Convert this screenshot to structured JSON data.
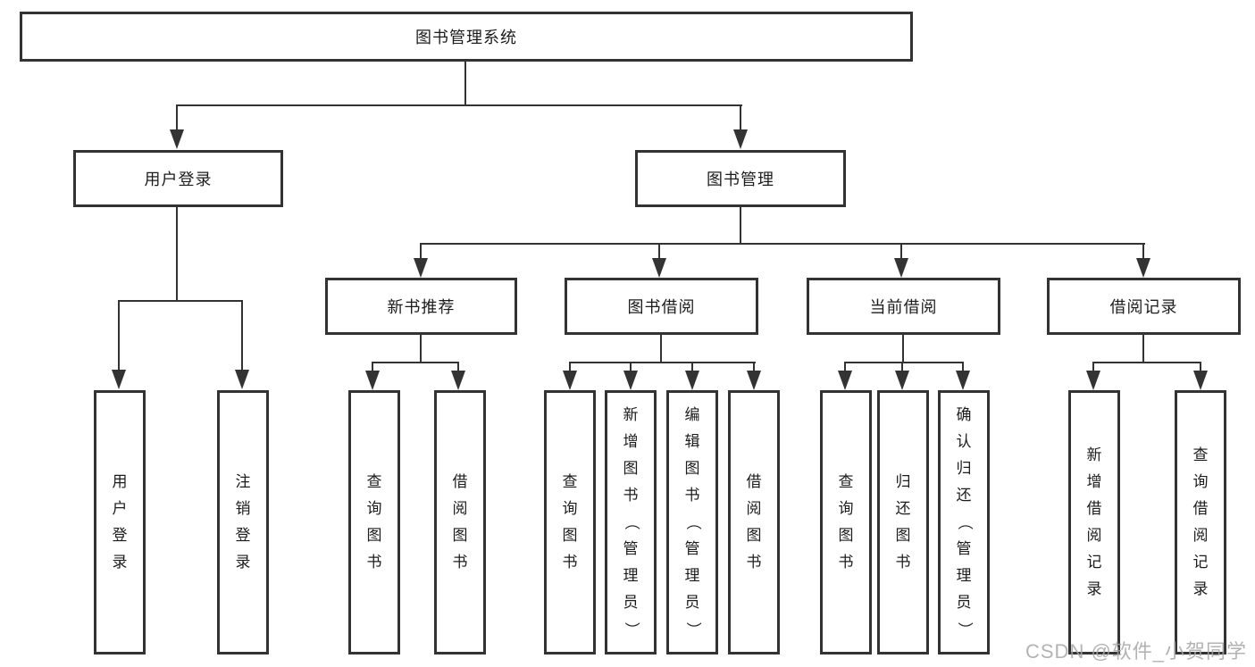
{
  "colors": {
    "line": "#333333",
    "text": "#1c1c1c",
    "watermark": "#a6a6a6",
    "bg": "#ffffff"
  },
  "watermark": {
    "text": "CSDN @软件_小贺同学"
  },
  "diagram": {
    "root": {
      "label": "图书管理系统"
    },
    "branches": [
      {
        "label": "用户登录",
        "children": [
          {
            "label": "用户登录"
          },
          {
            "label": "注销登录"
          }
        ]
      },
      {
        "label": "图书管理",
        "children": [
          {
            "label": "新书推荐",
            "children": [
              {
                "label": "查询图书"
              },
              {
                "label": "借阅图书"
              }
            ]
          },
          {
            "label": "图书借阅",
            "children": [
              {
                "label": "查询图书"
              },
              {
                "label": "新增图书（管理员）"
              },
              {
                "label": "编辑图书（管理员）"
              },
              {
                "label": "借阅图书"
              }
            ]
          },
          {
            "label": "当前借阅",
            "children": [
              {
                "label": "查询图书"
              },
              {
                "label": "归还图书"
              },
              {
                "label": "确认归还（管理员）"
              }
            ]
          },
          {
            "label": "借阅记录",
            "children": [
              {
                "label": "新增借阅记录"
              },
              {
                "label": "查询借阅记录"
              }
            ]
          }
        ]
      }
    ]
  }
}
